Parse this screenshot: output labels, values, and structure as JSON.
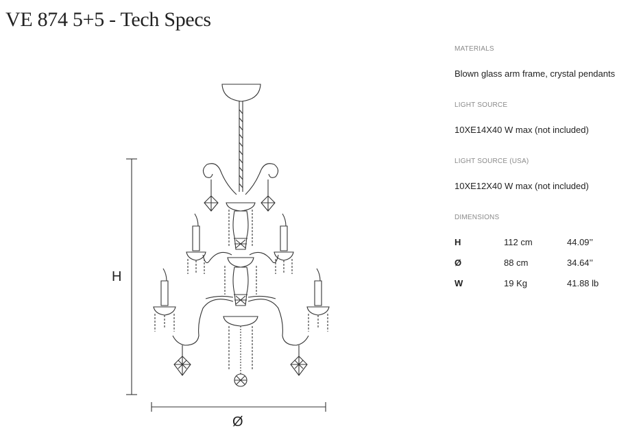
{
  "title": "VE 874 5+5 - Tech Specs",
  "drawing": {
    "height_label": "H",
    "diameter_label": "Ø"
  },
  "specs": {
    "materials": {
      "label": "MATERIALS",
      "value": "Blown glass arm frame, crystal pendants"
    },
    "light_source": {
      "label": "LIGHT SOURCE",
      "value": "10XE14X40 W max (not included)"
    },
    "light_source_usa": {
      "label": "LIGHT SOURCE (USA)",
      "value": "10XE12X40 W max (not included)"
    },
    "dimensions": {
      "label": "DIMENSIONS",
      "rows": [
        {
          "key": "H",
          "metric": "112 cm",
          "imperial": "44.09’’"
        },
        {
          "key": "Ø",
          "metric": "88 cm",
          "imperial": "34.64’’"
        },
        {
          "key": "W",
          "metric": "19 Kg",
          "imperial": "41.88 lb"
        }
      ]
    }
  }
}
